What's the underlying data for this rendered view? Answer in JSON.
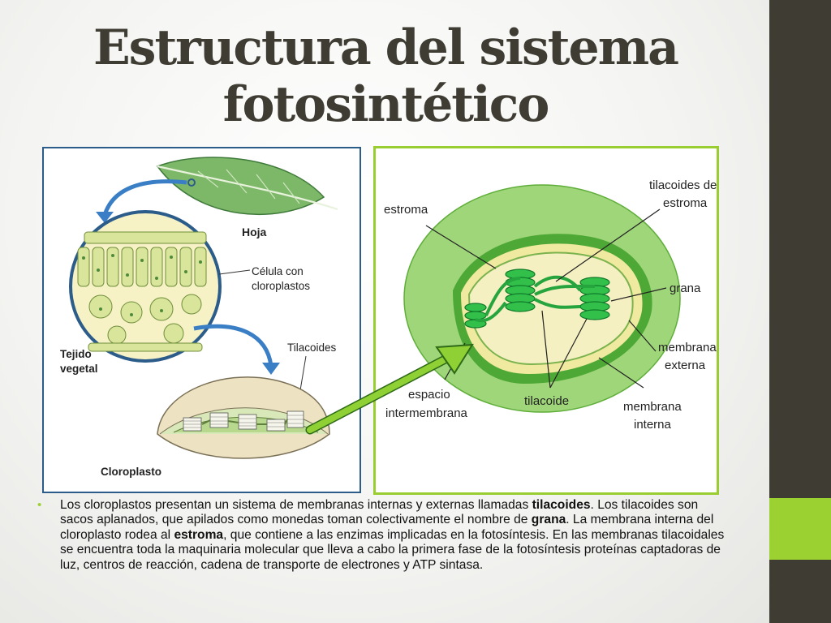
{
  "slide": {
    "title_line1": "Estructura del sistema",
    "title_line2": "fotosintético"
  },
  "left_diagram": {
    "labels": {
      "hoja": "Hoja",
      "celula_line1": "Célula con",
      "celula_line2": "cloroplastos",
      "tilacoides": "Tilacoides",
      "tejido_line1": "Tejido",
      "tejido_line2": "vegetal",
      "cloroplasto": "Cloroplasto"
    }
  },
  "right_diagram": {
    "labels": {
      "estroma": "estroma",
      "tilacoides_estroma_line1": "tilacoides de",
      "tilacoides_estroma_line2": "estroma",
      "grana": "grana",
      "membrana_externa_line1": "membrana",
      "membrana_externa_line2": "externa",
      "membrana_interna_line1": "membrana",
      "membrana_interna_line2": "interna",
      "tilacoide": "tilacoide",
      "espacio_line1": "espacio",
      "espacio_line2": "intermembrana"
    }
  },
  "bullet": {
    "part1": "Los cloroplastos presentan un sistema de membranas internas y externas llamadas ",
    "term1": "tilacoides",
    "part2": ". Los tilacoides son sacos aplanados, que apilados como monedas toman colectivamente el nombre de ",
    "term2": "grana",
    "part3": ". La membrana interna del cloroplasto rodea al ",
    "term3": "estroma",
    "part4": ", que contiene a las enzimas implicadas en la fotosíntesis. En las membranas tilacoidales se encuentra toda la maquinaria molecular que lleva a cabo la primera fase de la fotosíntesis proteínas captadoras de luz, centros de reacción, cadena de transporte de electrones y ATP sintasa."
  },
  "colors": {
    "title": "#3f3d33",
    "sidebar": "#3f3d33",
    "sidebar_accent": "#9bd232",
    "bullet_dot": "#9bd232",
    "left_border": "#2c5c8a",
    "right_border": "#9acd32"
  }
}
